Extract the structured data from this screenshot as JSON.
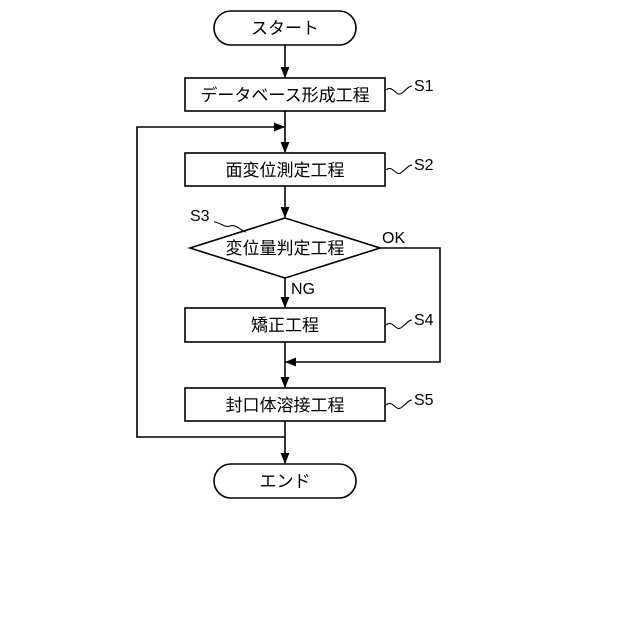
{
  "nodes": {
    "start": "スタート",
    "s1": "データベース形成工程",
    "s2": "面変位測定工程",
    "s3": "変位量判定工程",
    "s4": "矯正工程",
    "s5": "封口体溶接工程",
    "end": "エンド"
  },
  "step_labels": {
    "s1": "S1",
    "s2": "S2",
    "s3": "S3",
    "s4": "S4",
    "s5": "S5"
  },
  "branches": {
    "ok": "OK",
    "ng": "NG"
  }
}
